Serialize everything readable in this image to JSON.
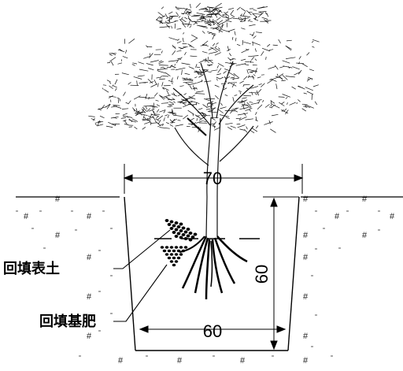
{
  "figure": {
    "labels": {
      "topsoil": "回填表土",
      "fertilizer": "回填基肥"
    },
    "dimensions": {
      "pit_top_width": "70",
      "pit_bottom_width": "60",
      "pit_depth": "60"
    },
    "soil_hatch_symbol": "#"
  }
}
